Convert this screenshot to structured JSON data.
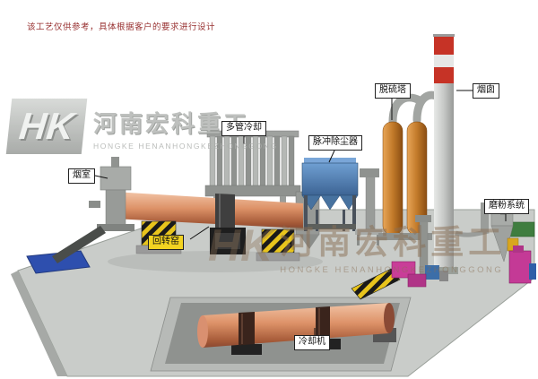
{
  "disclaimer": "该工艺仅供参考，具体根据客户的要求进行设计",
  "watermark": {
    "logo_text": "HK",
    "company_cn": "河南宏科重工",
    "company_en": "HONGKE HENANHONGKEZHONGGONG"
  },
  "labels": {
    "smoke_chamber": "烟室",
    "rotary_kiln": "回转窑",
    "multi_tube_cooler": "多管冷却",
    "pulse_dust_collector": "脉冲除尘器",
    "desulfurization_tower": "脱硫塔",
    "chimney": "烟囱",
    "grinding_system": "磨粉系统",
    "cooling_machine": "冷却机"
  },
  "colors": {
    "kiln_body": "#d98a64",
    "cooling_machine_body": "#d98a64",
    "dust_collector": "#4f7fb5",
    "desulfurization_tower": "#c27a2a",
    "chimney_band_red": "#c63326",
    "grinding_mill_magenta": "#c43a96",
    "grinding_box_green": "#3f7d3f",
    "label_highlight_yellow": "#f3d321",
    "platform_gray": "#c9ccc9",
    "water_pad_blue": "#2e4fae"
  }
}
